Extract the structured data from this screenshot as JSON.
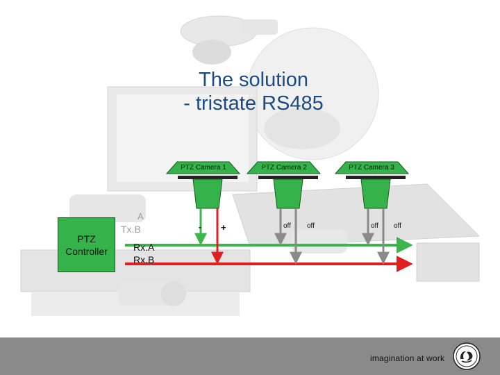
{
  "title": {
    "line1": "The solution",
    "line2": "- tristate RS485"
  },
  "cameras": [
    {
      "label": "PTZ Camera 1",
      "left_terminal": "-",
      "right_terminal": "+"
    },
    {
      "label": "PTZ Camera 2",
      "left_terminal": "off",
      "right_terminal": "off"
    },
    {
      "label": "PTZ Camera 3",
      "left_terminal": "off",
      "right_terminal": "off"
    }
  ],
  "controller": {
    "label_line1": "PTZ",
    "label_line2": "Controller",
    "tx_a": "A",
    "tx_b": "Tx.B",
    "rx_a": "Rx.A",
    "rx_b": "Rx.B"
  },
  "footer": {
    "tagline": "imagination at work"
  },
  "colors": {
    "title": "#1c4a84",
    "green_line": "#3cb54a",
    "red_line": "#e02020",
    "gray_line": "#8a8a8a",
    "controller_fill": "#35b34a",
    "footer_bg": "#8a8a8a"
  }
}
